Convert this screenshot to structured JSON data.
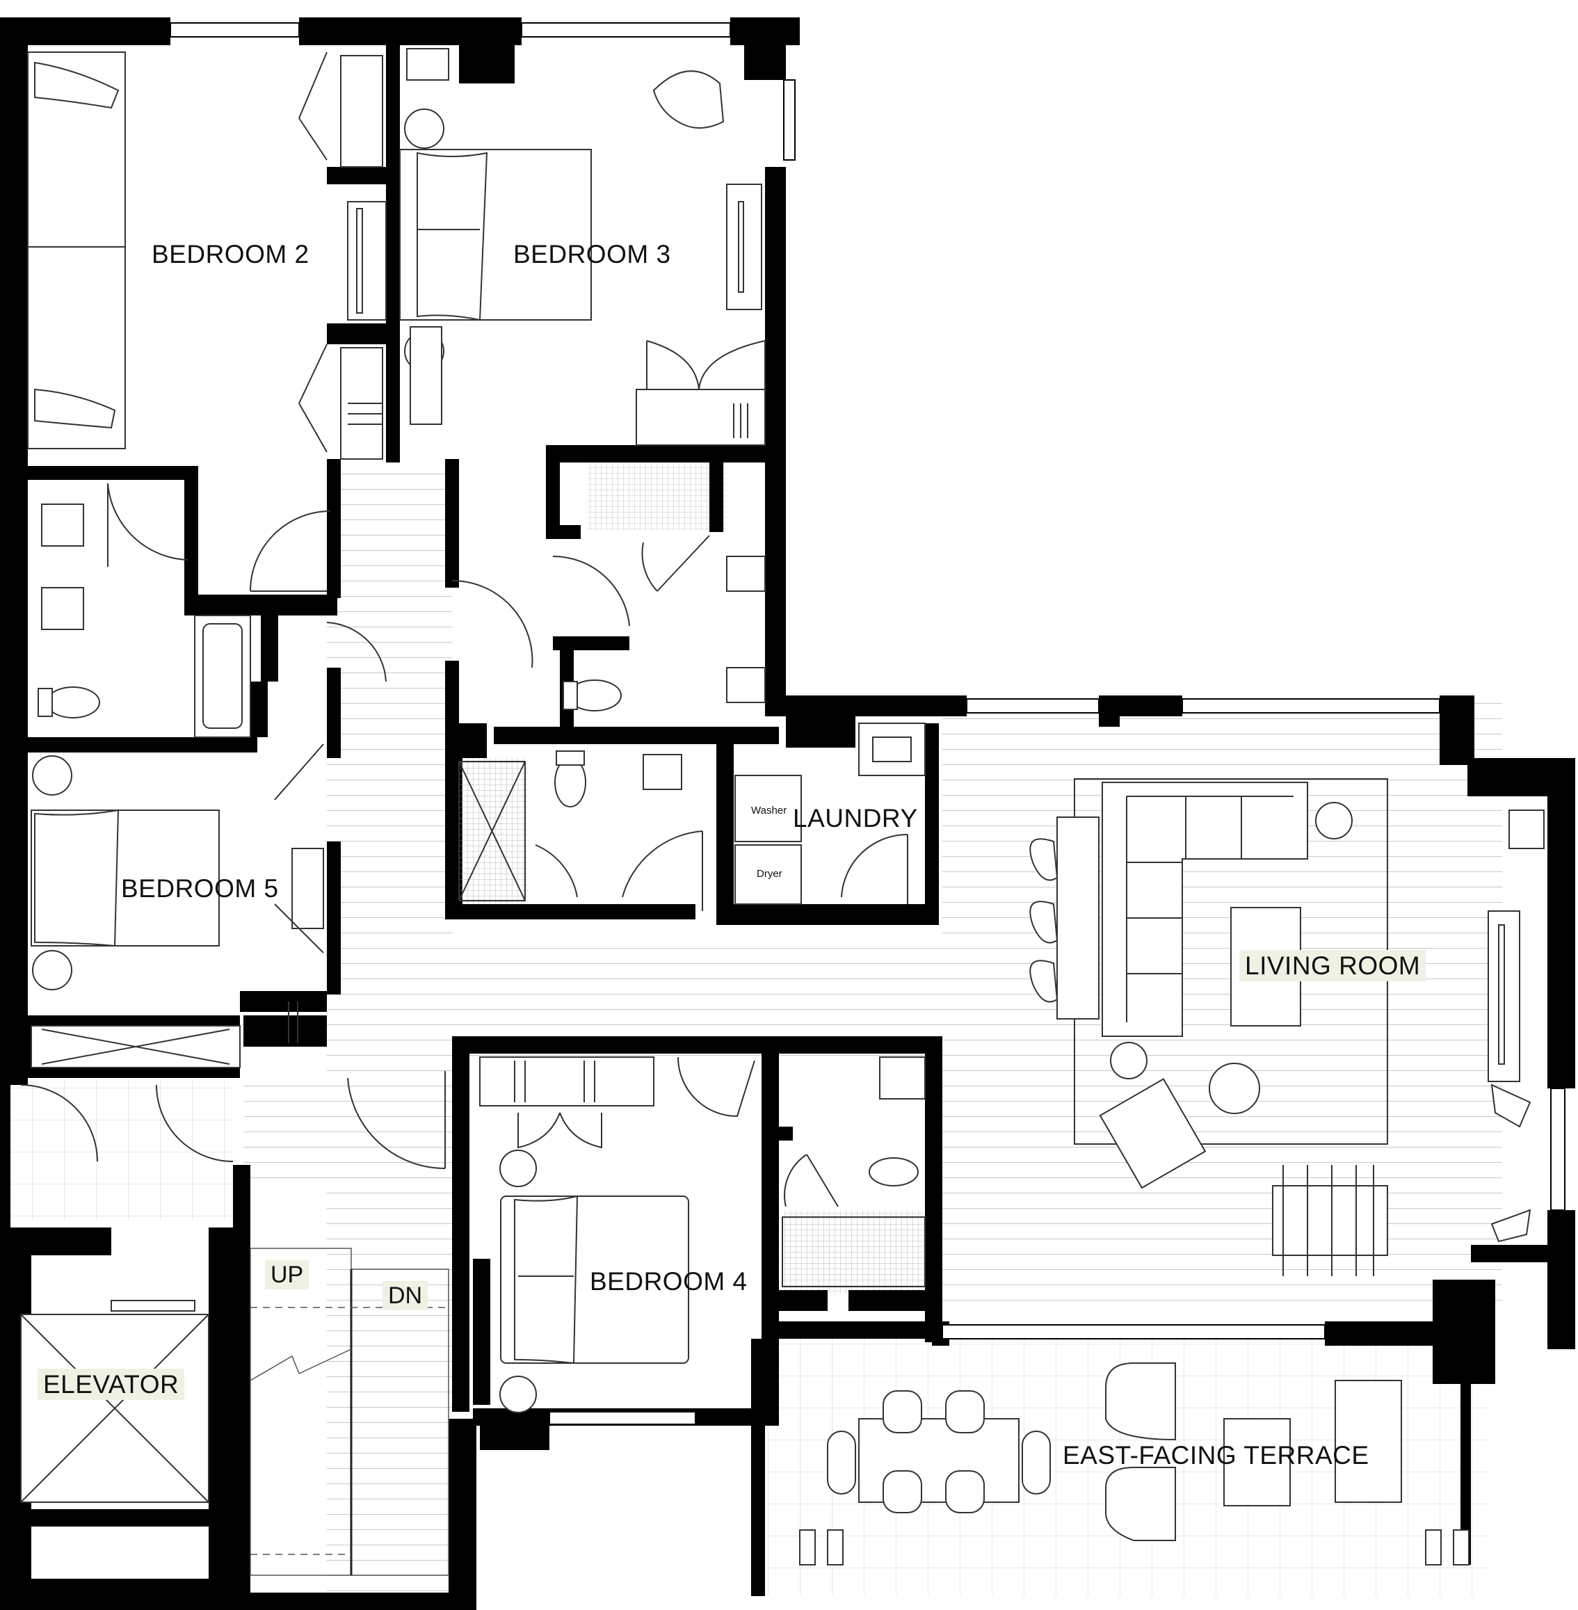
{
  "rooms": {
    "bedroom2": "BEDROOM 2",
    "bedroom3": "BEDROOM 3",
    "bedroom4": "BEDROOM 4",
    "bedroom5": "BEDROOM 5",
    "laundry": "LAUNDRY",
    "living": "LIVING ROOM",
    "elevator": "ELEVATOR",
    "terrace": "EAST-FACING TERRACE"
  },
  "appliances": {
    "washer": "Washer",
    "dryer": "Dryer"
  },
  "stairs": {
    "up": "UP",
    "down": "DN"
  },
  "colors": {
    "wall": "#000000",
    "floor": "#ffffff",
    "line": "#555555",
    "label_highlight": "#f0f1e4"
  }
}
